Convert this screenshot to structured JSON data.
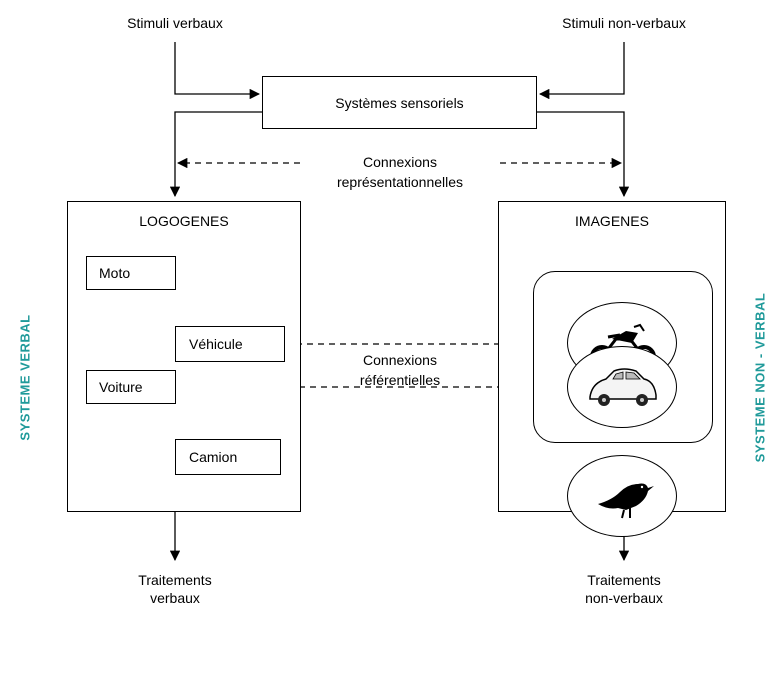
{
  "inputs": {
    "verbal": "Stimuli verbaux",
    "nonverbal": "Stimuli non-verbaux"
  },
  "sensory_box": "Systèmes sensoriels",
  "representational": {
    "line1": "Connexions",
    "line2": "représentationnelles"
  },
  "referential": {
    "line1": "Connexions",
    "line2": "référentielles"
  },
  "verbal_system": {
    "title": "LOGOGENES",
    "side_label": "SYSTEME  VERBAL",
    "nodes": [
      "Moto",
      "Véhicule",
      "Voiture",
      "Camion"
    ]
  },
  "nonverbal_system": {
    "title": "IMAGENES",
    "side_label": "SYSTEME  NON - VERBAL",
    "images": [
      "motorcycle-icon",
      "car-icon",
      "bird-icon"
    ]
  },
  "outputs": {
    "verbal_line1": "Traitements",
    "verbal_line2": "verbaux",
    "nonverbal_line1": "Traitements",
    "nonverbal_line2": "non-verbaux"
  },
  "colors": {
    "side_label": "#1f9a9a",
    "line": "#000000"
  }
}
